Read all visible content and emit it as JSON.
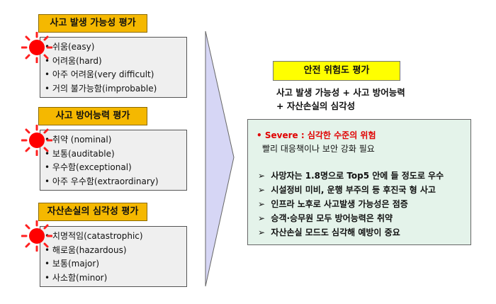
{
  "left": [
    {
      "title": "사고 발생 가능성 평가",
      "items": [
        "쉬움(easy)",
        "어려움(hard)",
        "아주 어려움(very difficult)",
        "거의 불가능함(improbable)"
      ]
    },
    {
      "title": "사고 방어능력 평가",
      "items": [
        "취약 (nominal)",
        "보통(auditable)",
        "우수함(exceptional)",
        "아주 우수함(extraordinary)"
      ]
    },
    {
      "title": "자산손실의 심각성 평가",
      "items": [
        "치명적임(catastrophic)",
        "해로움(hazardous)",
        "보통(major)",
        "사소함(minor)"
      ]
    }
  ],
  "right": {
    "title": "안전 위험도 평가",
    "formula_line1": "사고 발생 가능성 + 사고 방어능력",
    "formula_line2": "+ 자산손실의 심각성",
    "severe": "Severe : 심각한 수준의 위험",
    "severe_sub": "빨리 대응책이나 보안 강화 필요",
    "points": [
      "사망자는 1.8명으로 Top5 안에 들 정도로 우수",
      "시설정비 미비, 운행 부주의 등 후진국 형 사고",
      "인프라 노후로 사고발생 가능성은 점증",
      "승객·승무원 모두 방어능력은 취약",
      "자산손실 모드도 심각해 예방이 중요"
    ]
  },
  "colors": {
    "header": "#f5b800",
    "title_box": "#ffff00",
    "result_box": "#e4f3ea",
    "severe": "#e00000",
    "burst": "#ff0000",
    "arrow": "#d6d6f5"
  },
  "icons": [
    "burst-icon",
    "bullet-dot",
    "chevron-right-icon"
  ]
}
